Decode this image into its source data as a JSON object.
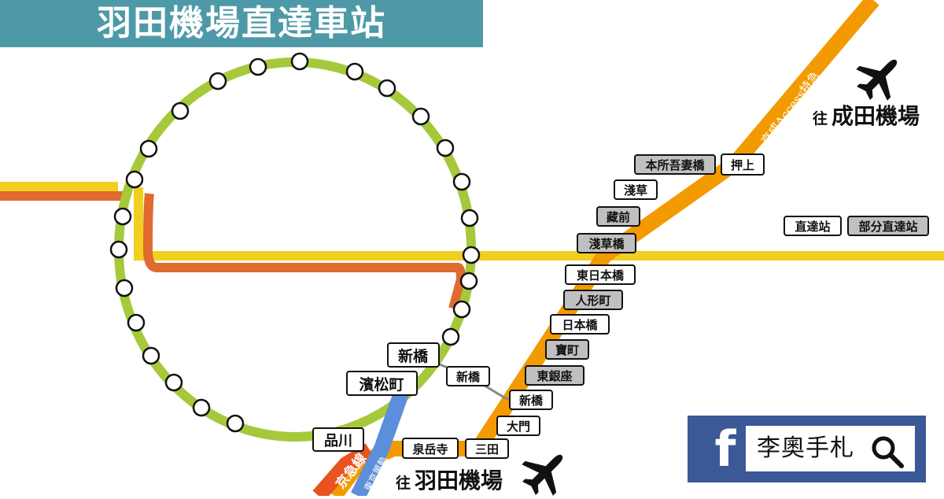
{
  "title": "羽田機場直達車站",
  "colors": {
    "banner": "#4e99a8",
    "yamanote": "#a6c93b",
    "yellow_line": "#f1cf1f",
    "red_line": "#e06a2f",
    "asakusa_line": "#f39a00",
    "keikyu": "#e8531f",
    "monorail": "#5b8fdc",
    "station_gray": "#c0c0c0",
    "facebook": "#3b5897"
  },
  "lines": {
    "keisei": "京成Access特急",
    "keikyu": "京急線",
    "monorail": "東京單軌"
  },
  "destinations": {
    "narita_prefix": "往",
    "narita_name": "成田機場",
    "haneda_prefix": "往",
    "haneda_name": "羽田機場"
  },
  "legend": {
    "direct": "直達站",
    "partial": "部分直達站"
  },
  "stations": {
    "honjo_azumabashi": "本所吾妻橋",
    "oshiage": "押上",
    "asakusa": "淺草",
    "kuramae": "藏前",
    "asakusabashi": "淺草橋",
    "higashi_nihombashi": "東日本橋",
    "ningyocho": "人形町",
    "nihombashi": "日本橋",
    "takaracho": "寶町",
    "higashi_ginza": "東銀座",
    "shimbashi_asakusa": "新橋",
    "shimbashi_link": "新橋",
    "daimon": "大門",
    "mita": "三田",
    "sengakuji": "泉岳寺",
    "shinagawa": "品川",
    "hamamatsucho": "濱松町",
    "shimbashi_jr": "新橋"
  },
  "facebook": {
    "logo": "f",
    "page_name": "李奧手札"
  }
}
